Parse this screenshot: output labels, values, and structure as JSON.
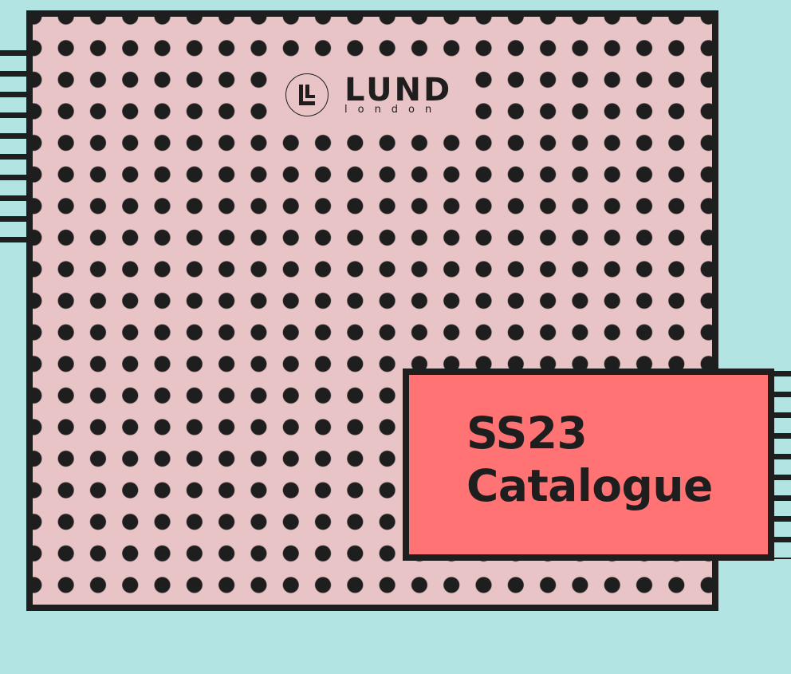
{
  "logo": {
    "brand": "LUND",
    "sub": "london"
  },
  "title": {
    "line1": "SS23",
    "line2": "Catalogue"
  },
  "colors": {
    "background": "#b2e4e3",
    "board": "#e8c4c6",
    "card": "#ff7374",
    "ink": "#1e1e1e"
  }
}
